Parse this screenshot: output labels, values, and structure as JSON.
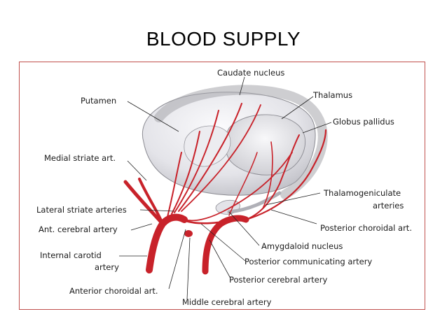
{
  "slide": {
    "title": "BLOOD SUPPLY",
    "colors": {
      "frame": "#c0504d",
      "artery": "#c8222a",
      "brain": "#e6e6ea"
    }
  },
  "diagram": {
    "labels": {
      "caudate_nucleus": "Caudate nucleus",
      "thalamus": "Thalamus",
      "putamen": "Putamen",
      "globus_pallidus": "Globus pallidus",
      "medial_striate_art": "Medial striate art.",
      "thalamogeniculate_1": "Thalamogeniculate",
      "thalamogeniculate_2": "arteries",
      "lateral_striate_arteries": "Lateral striate arteries",
      "posterior_choroidal_art": "Posterior choroidal art.",
      "ant_cerebral_artery": "Ant. cerebral artery",
      "amygdaloid_nucleus": "Amygdaloid nucleus",
      "internal_carotid_1": "Internal carotid",
      "internal_carotid_2": "artery",
      "posterior_communicating_artery": "Posterior communicating artery",
      "posterior_cerebral_artery": "Posterior cerebral artery",
      "anterior_choroidal_art": "Anterior choroidal art.",
      "middle_cerebral_artery": "Middle cerebral artery"
    }
  }
}
